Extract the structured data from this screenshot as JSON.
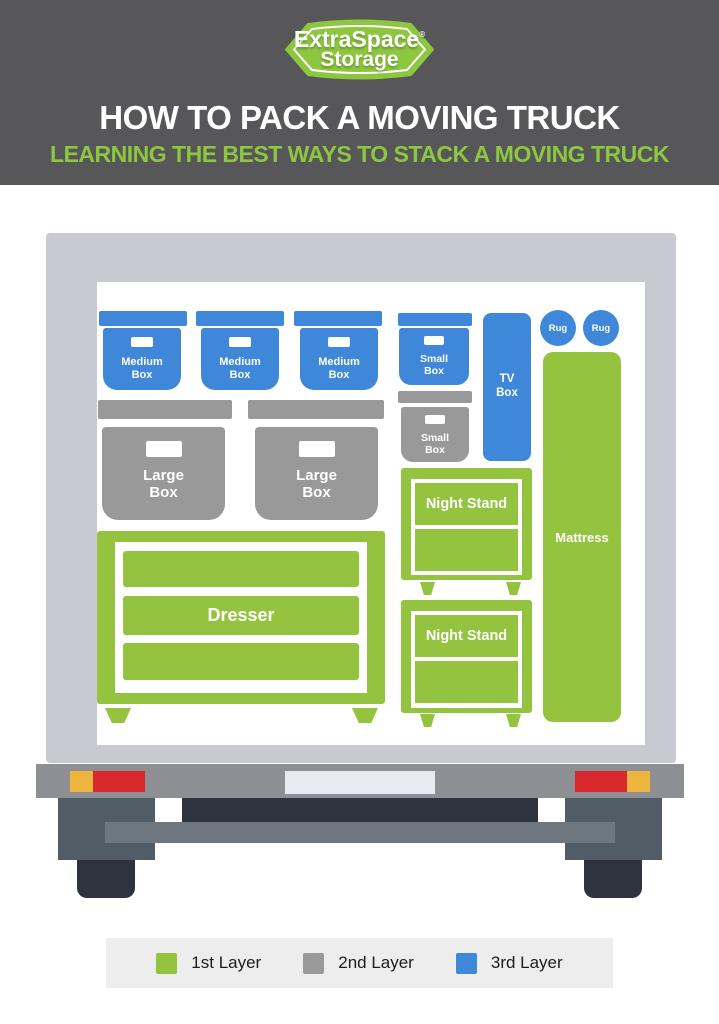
{
  "colors": {
    "header_bg": "#57575a",
    "brand_green": "#8dc63f",
    "layer1_green": "#94c33f",
    "layer2_gray": "#9a999a",
    "layer3_blue": "#3f87d9",
    "truck_body_gray": "#c9c9d2",
    "bumper_gray": "#8e8e95",
    "undercarriage_slate": "#525c66",
    "undercarriage_dark": "#2d3440",
    "axle_gray": "#6e7780",
    "tail_light_red": "#d8272d",
    "tail_light_yellow": "#eeb53f",
    "legend_bg": "#ededee"
  },
  "header": {
    "logo_line1": "ExtraSpace",
    "logo_mark": "®",
    "logo_line2": "Storage",
    "title": "HOW TO PACK A MOVING TRUCK",
    "subtitle": "LEARNING THE BEST WAYS TO STACK A MOVING TRUCK"
  },
  "truck_contents": {
    "medium_boxes": [
      {
        "label": "Medium Box"
      },
      {
        "label": "Medium Box"
      },
      {
        "label": "Medium Box"
      }
    ],
    "small_box_top": {
      "label": "Small Box"
    },
    "small_box_lower": {
      "label": "Small Box"
    },
    "tv_box": {
      "label": "TV Box"
    },
    "rugs": [
      {
        "label": "Rug"
      },
      {
        "label": "Rug"
      }
    ],
    "mattress": {
      "label": "Mattress"
    },
    "large_boxes": [
      {
        "label": "Large Box"
      },
      {
        "label": "Large Box"
      }
    ],
    "dresser": {
      "label": "Dresser"
    },
    "night_stands": [
      {
        "label": "Night Stand"
      },
      {
        "label": "Night Stand"
      }
    ]
  },
  "legend": {
    "items": [
      {
        "label": "1st Layer",
        "color": "#94c33f"
      },
      {
        "label": "2nd Layer",
        "color": "#9a999a"
      },
      {
        "label": "3rd Layer",
        "color": "#3f87d9"
      }
    ]
  }
}
